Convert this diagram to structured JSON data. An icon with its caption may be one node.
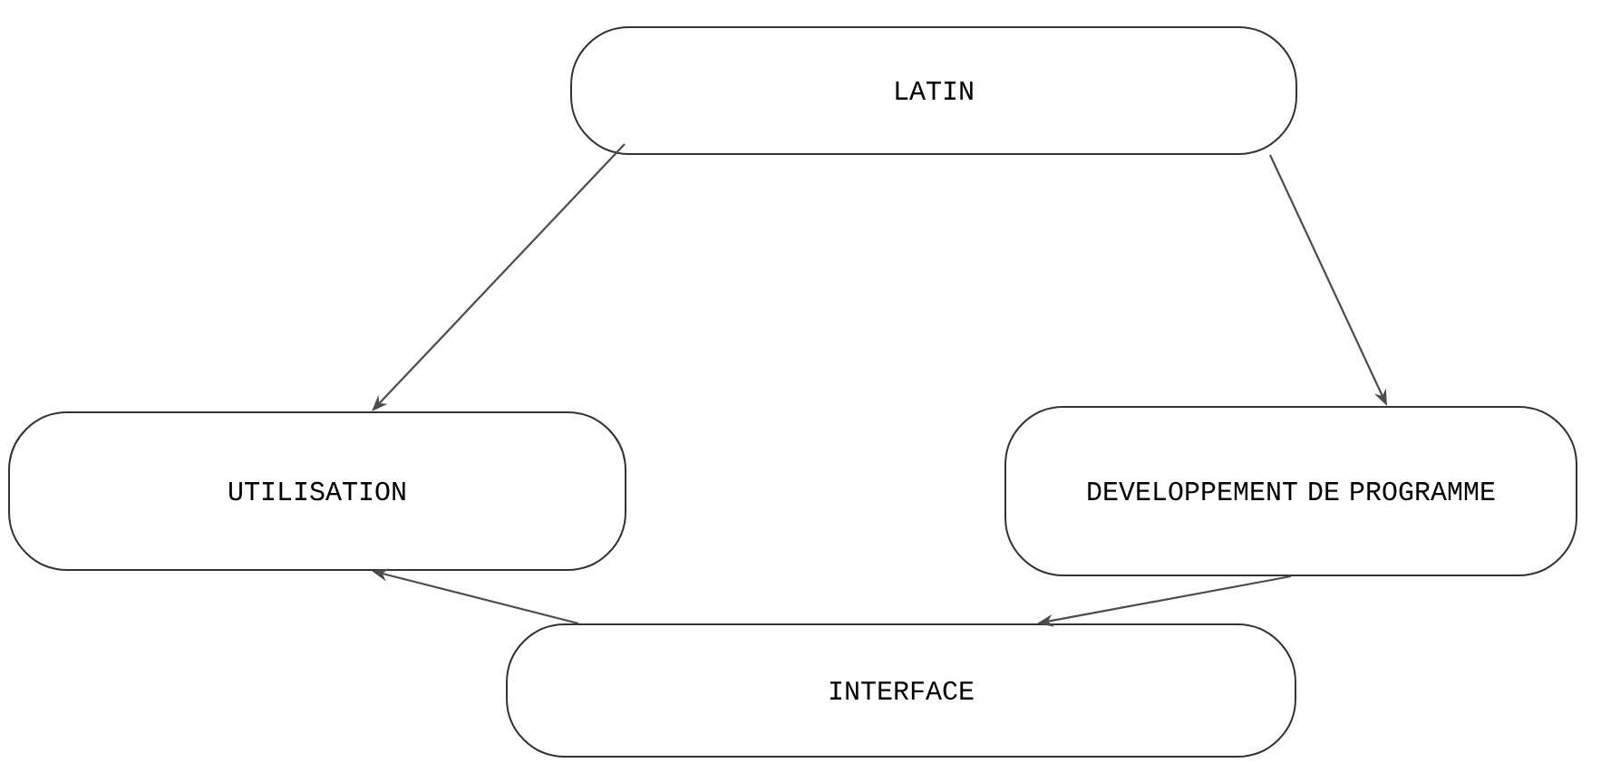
{
  "diagram": {
    "nodes": [
      {
        "text": [
          "LATIN"
        ]
      },
      {
        "text": [
          "UTILISATION"
        ]
      },
      {
        "text": [
          "DEVELOPPEMENT DE PROGRAMME"
        ]
      },
      {
        "text": [
          "INTERFACE"
        ]
      }
    ],
    "edges": [
      {
        "from": 0,
        "to": 1,
        "arrow": "to"
      },
      {
        "from": 0,
        "to": 2,
        "arrow": "to"
      },
      {
        "from": 2,
        "to": 3,
        "arrow": "to"
      },
      {
        "from": 3,
        "to": 1,
        "arrow": "to"
      }
    ]
  }
}
